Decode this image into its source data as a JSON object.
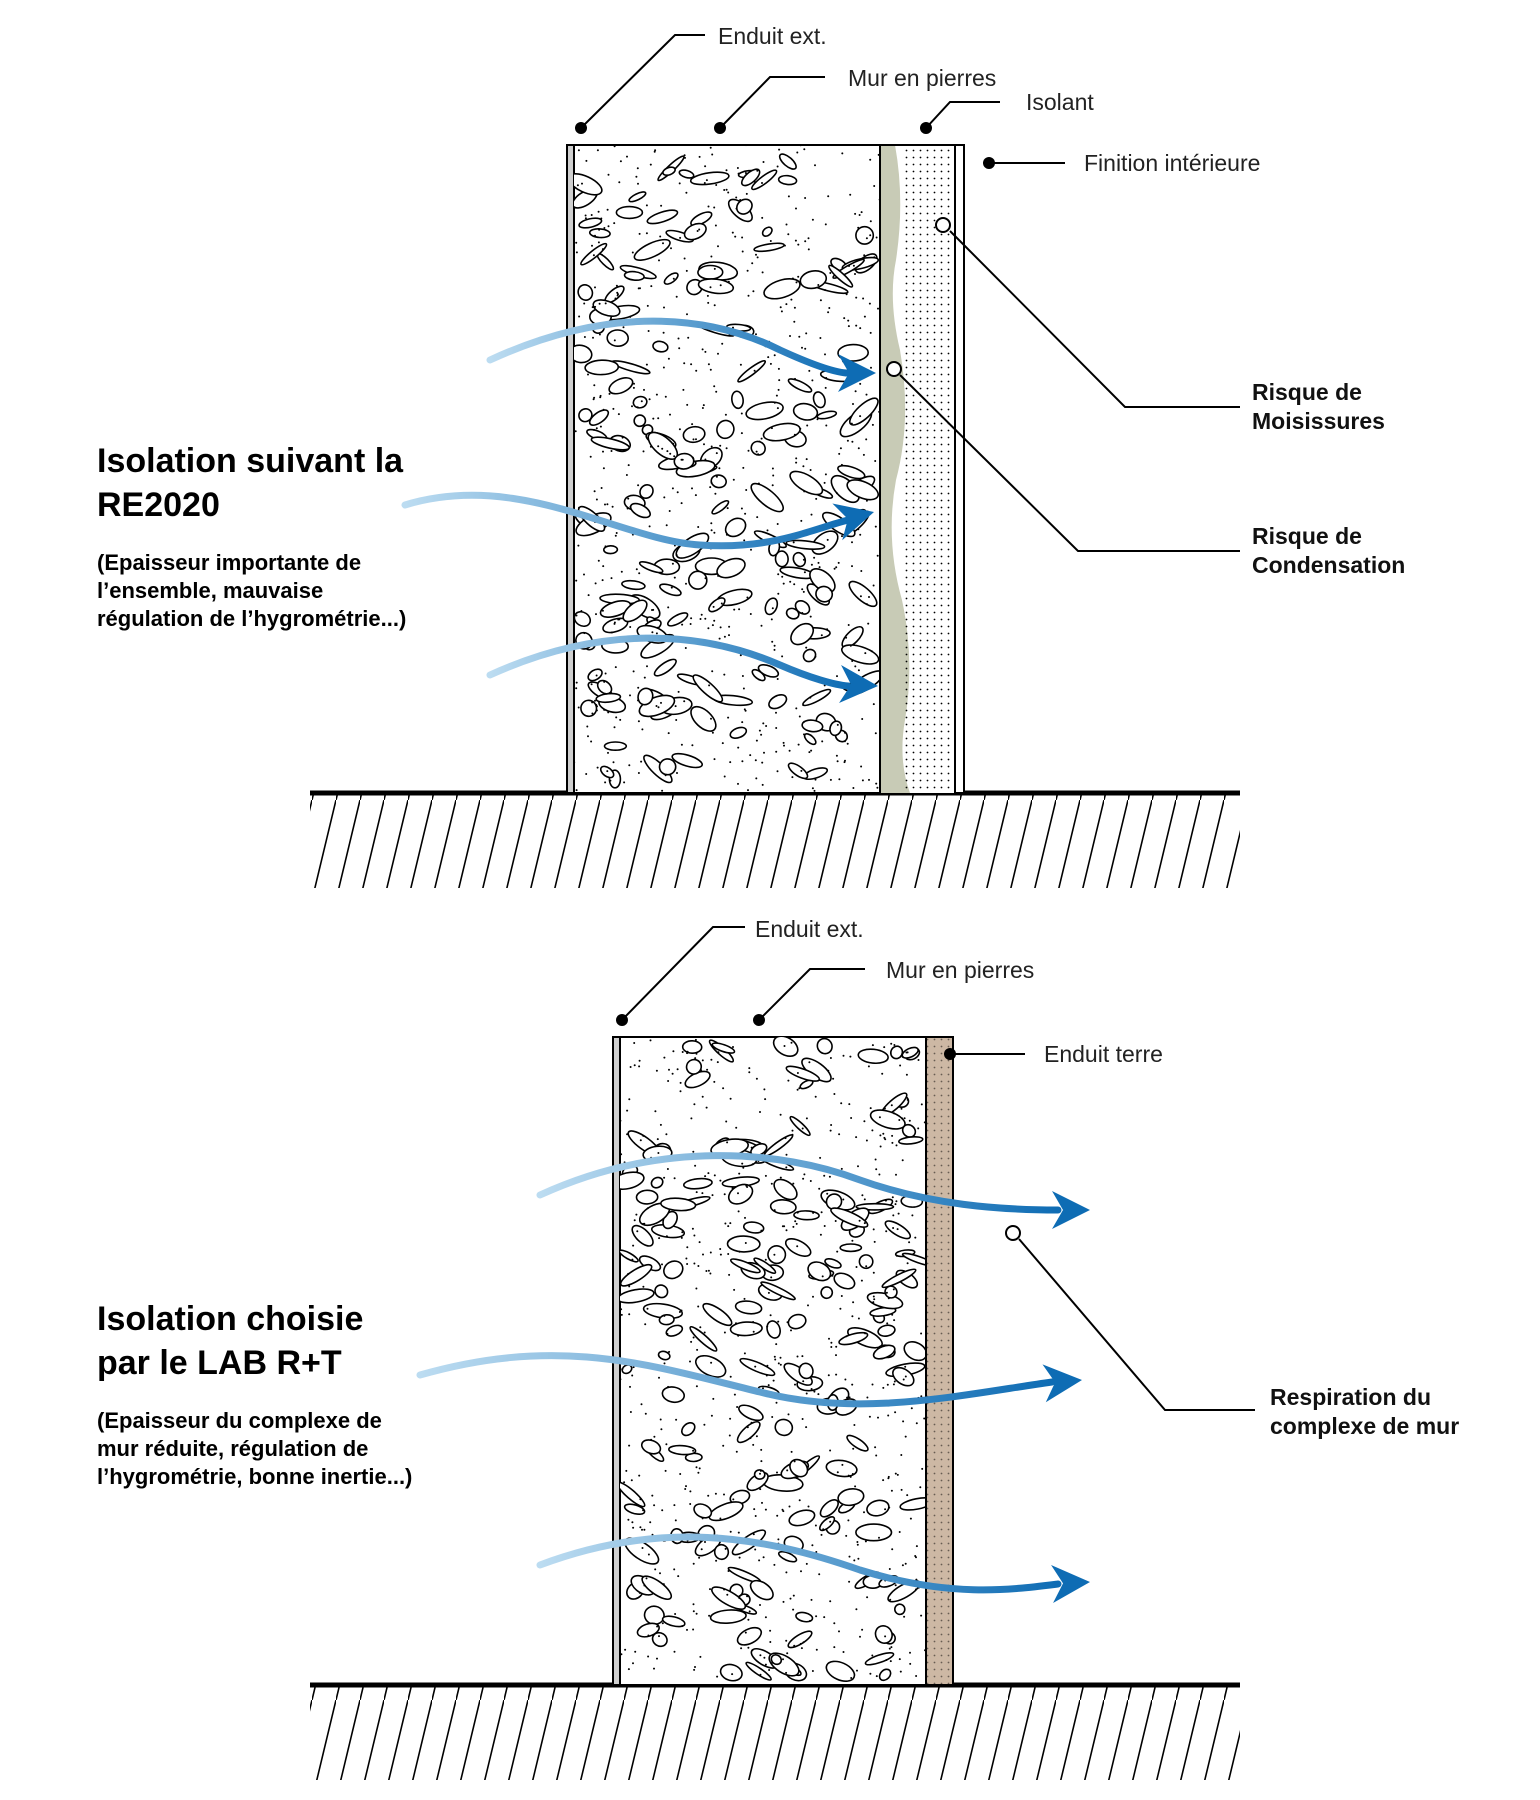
{
  "colors": {
    "arrow_start": "#bcdcf1",
    "arrow_end": "#0e6cb4",
    "insulation_moisture": "#c8cbb6",
    "earth_plaster": "#cdb8a4"
  },
  "top": {
    "title_line1": "Isolation suivant la",
    "title_line2": "RE2020",
    "subtitle_line1": "(Epaisseur importante de",
    "subtitle_line2": "l’ensemble, mauvaise",
    "subtitle_line3": "régulation de l’hygrométrie...)",
    "labels": {
      "enduit_ext": "Enduit ext.",
      "mur_pierres": "Mur en pierres",
      "isolant": "Isolant",
      "finition": "Finition intérieure"
    },
    "risk_mold": [
      "Risque de",
      "Moisissures"
    ],
    "risk_condensation": [
      "Risque de",
      "Condensation"
    ]
  },
  "bottom": {
    "title_line1": "Isolation choisie",
    "title_line2": "par le LAB R+T",
    "subtitle_line1": "(Epaisseur du complexe de",
    "subtitle_line2": "mur réduite, régulation de",
    "subtitle_line3": "l’hygrométrie, bonne inertie...)",
    "labels": {
      "enduit_ext": "Enduit ext.",
      "mur_pierres": "Mur en pierres",
      "enduit_terre": "Enduit terre"
    },
    "respiration": [
      "Respiration du",
      "complexe de mur"
    ]
  }
}
